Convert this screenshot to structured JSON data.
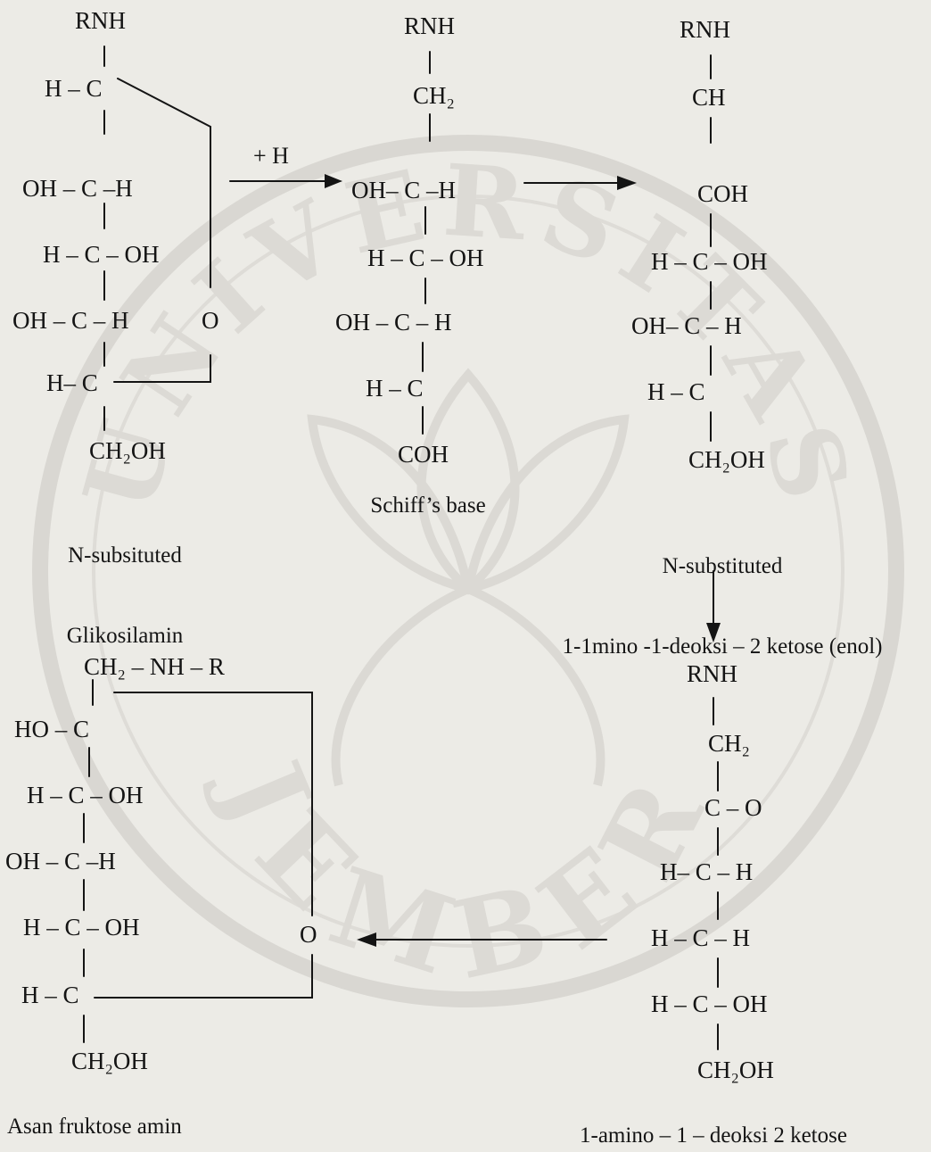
{
  "colors": {
    "background": "#ecebe6",
    "ink": "#141414",
    "watermark": "#d6d4cf"
  },
  "watermark": {
    "university": "UNIVERSITAS",
    "city": "JEMBER"
  },
  "reagent": "+ H",
  "structures": {
    "glikosilamin": {
      "rnh": "RNH",
      "c1": "H – C",
      "c2": "OH – C –H",
      "c3": "H – C – OH",
      "c4": "OH – C – H",
      "ring_o": "O",
      "c5": "H– C",
      "c6": "CH₂OH"
    },
    "schiff": {
      "rnh": "RNH",
      "c1": "CH₂",
      "c2": "OH– C –H",
      "c3": "H – C – OH",
      "c4": "OH – C – H",
      "c5": "H – C",
      "c6": "COH"
    },
    "enol": {
      "rnh": "RNH",
      "c1": "CH",
      "c2": "COH",
      "c3": "H – C – OH",
      "c4": "OH– C – H",
      "c5": "H – C",
      "c6": "CH₂OH"
    },
    "ketose": {
      "rnh": "RNH",
      "c1": "CH₂",
      "c2": "C – O",
      "c3": "H– C – H",
      "c4": "H – C – H",
      "c5": "H – C – OH",
      "c6": "CH₂OH"
    },
    "fruktose": {
      "c1": "CH₂ – NH – R",
      "c2": "HO – C",
      "c3": "H – C – OH",
      "c4": "OH – C –H",
      "c5": "H – C – OH",
      "ring_o": "O",
      "c6": "H – C",
      "c7": "CH₂OH"
    }
  },
  "captions": {
    "glikosilamin_line1": "N-subsituted",
    "glikosilamin_line2": "Glikosilamin",
    "schiff": "Schiff’s base",
    "enol_line1": "N-substituted",
    "enol_line2": "1-1mino -1-deoksi – 2 ketose (enol)",
    "fruktose": "Asan fruktose amin",
    "ketose": "1-amino – 1 – deoksi 2 ketose"
  }
}
